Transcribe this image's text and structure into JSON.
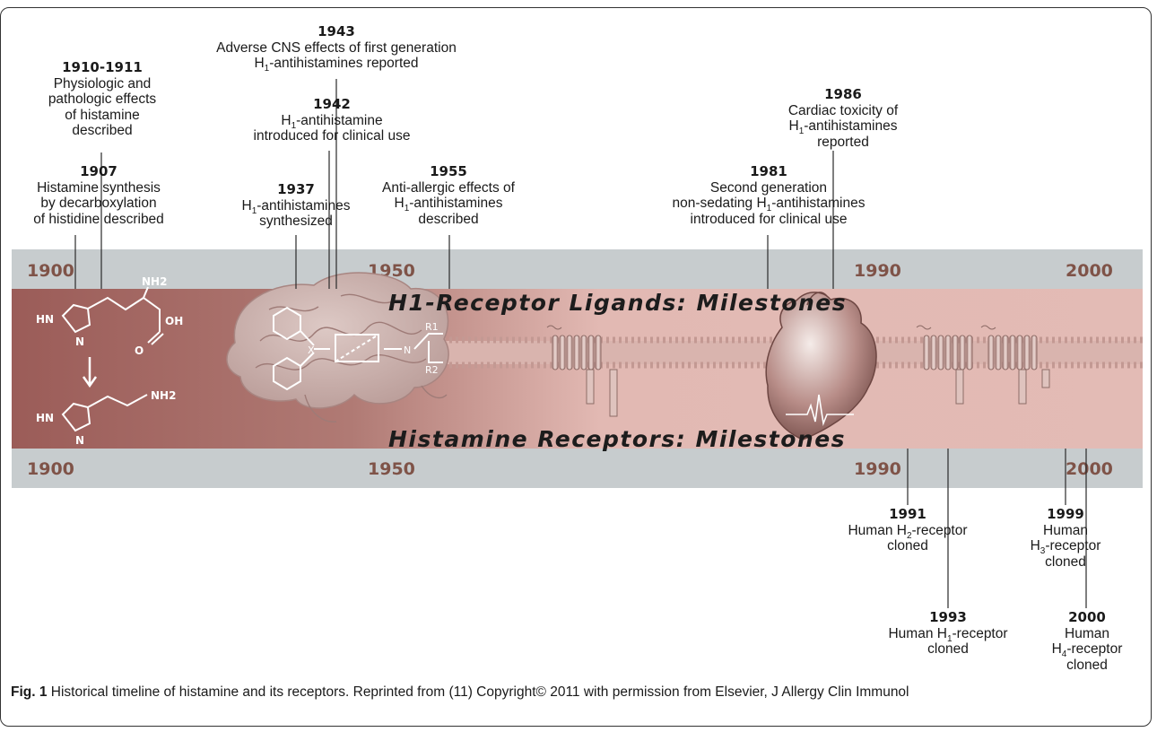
{
  "timeline": {
    "top_band_title": "H1-Receptor Ligands: Milestones",
    "bottom_band_title": "Histamine Receptors: Milestones",
    "top_axis": [
      "1900",
      "1950",
      "1990",
      "2000"
    ],
    "bottom_axis": [
      "1900",
      "1950",
      "1990",
      "2000"
    ]
  },
  "ligand_events": [
    {
      "year": "1907",
      "lines": [
        "Histamine synthesis",
        "by decarboxylation",
        "of histidine described"
      ]
    },
    {
      "year": "1910-1911",
      "lines": [
        "Physiologic and",
        "pathologic effects",
        "of histamine",
        "described"
      ]
    },
    {
      "year": "1937",
      "lines": [
        "H1-antihistamines",
        "synthesized"
      ]
    },
    {
      "year": "1942",
      "lines": [
        "H1-antihistamine",
        "introduced for clinical use"
      ]
    },
    {
      "year": "1943",
      "lines": [
        "Adverse CNS effects of first generation",
        "H1-antihistamines reported"
      ]
    },
    {
      "year": "1955",
      "lines": [
        "Anti-allergic effects of",
        "H1-antihistamines",
        "described"
      ]
    },
    {
      "year": "1981",
      "lines": [
        "Second generation",
        "non-sedating H1-antihistamines",
        "introduced for clinical use"
      ]
    },
    {
      "year": "1986",
      "lines": [
        "Cardiac toxicity of",
        "H1-antihistamines",
        "reported"
      ]
    }
  ],
  "receptor_events": [
    {
      "year": "1991",
      "lines": [
        "Human H2-receptor",
        "cloned"
      ]
    },
    {
      "year": "1993",
      "lines": [
        "Human H1-receptor",
        "cloned"
      ]
    },
    {
      "year": "1999",
      "lines": [
        "Human",
        "H3-receptor",
        "cloned"
      ]
    },
    {
      "year": "2000",
      "lines": [
        "Human",
        "H4-receptor",
        "cloned"
      ]
    }
  ],
  "illustration_labels": {
    "histidine_nh": "HN",
    "histidine_n": "N",
    "histidine_nh2": "NH2",
    "histidine_oh": "OH",
    "histidine_o": "O",
    "histamine_nh": "HN",
    "histamine_n": "N",
    "histamine_nh2": "NH2",
    "antihistamine_x": "X",
    "antihistamine_n": "N",
    "antihistamine_r1": "R1",
    "antihistamine_r2": "R2"
  },
  "caption": {
    "label": "Fig. 1",
    "text": " Historical timeline of histamine and its receptors. Reprinted from (11) Copyright© 2011 with permission from Elsevier, J Allergy Clin Immunol"
  },
  "colors": {
    "axis_band": "#c7ccce",
    "axis_year": "#7f5348",
    "band_dark": "#9b5c58",
    "band_light": "#e2b9b3",
    "title_text": "#1c1c1c"
  }
}
